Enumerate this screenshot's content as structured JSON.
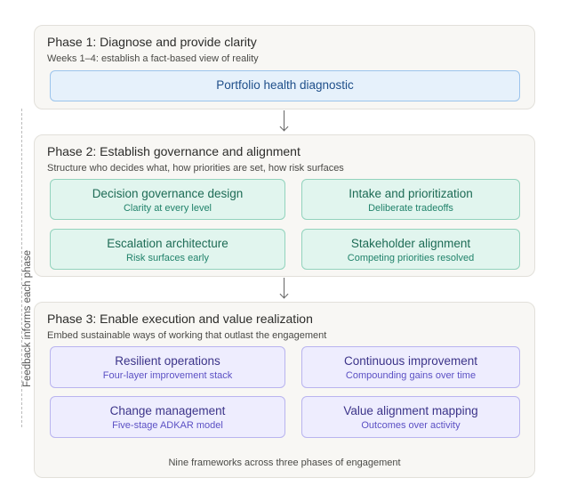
{
  "feedback_label": "Feedback informs each phase",
  "phases": [
    {
      "title": "Phase 1: Diagnose and provide clarity",
      "subtitle": "Weeks 1–4: establish a fact-based view of reality",
      "cards": [
        {
          "title": "Portfolio health diagnostic"
        }
      ]
    },
    {
      "title": "Phase 2: Establish governance and alignment",
      "subtitle": "Structure who decides what, how priorities are set, how risk surfaces",
      "cards": [
        {
          "title": "Decision governance design",
          "subtitle": "Clarity at every level"
        },
        {
          "title": "Intake and prioritization",
          "subtitle": "Deliberate tradeoffs"
        },
        {
          "title": "Escalation architecture",
          "subtitle": "Risk surfaces early"
        },
        {
          "title": "Stakeholder alignment",
          "subtitle": "Competing priorities resolved"
        }
      ]
    },
    {
      "title": "Phase 3: Enable execution and value realization",
      "subtitle": "Embed sustainable ways of working that outlast the engagement",
      "cards": [
        {
          "title": "Resilient operations",
          "subtitle": "Four-layer improvement stack"
        },
        {
          "title": "Continuous improvement",
          "subtitle": "Compounding gains over time"
        },
        {
          "title": "Change management",
          "subtitle": "Five-stage ADKAR model"
        },
        {
          "title": "Value alignment mapping",
          "subtitle": "Outcomes over activity"
        }
      ],
      "footer": "Nine frameworks across three phases of engagement"
    }
  ],
  "colors": {
    "phase1": "#e6f1fb",
    "phase2": "#e1f5ee",
    "phase3": "#eeedfe"
  }
}
